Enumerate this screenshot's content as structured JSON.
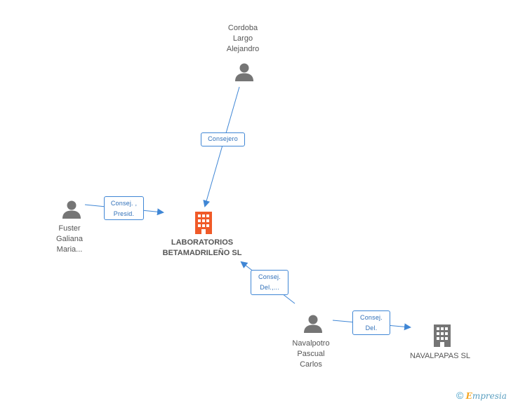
{
  "nodes": {
    "cordoba": {
      "name": "Cordoba\nLargo\nAlejandro"
    },
    "fuster": {
      "name": "Fuster\nGaliana\nMaria..."
    },
    "navalpotro": {
      "name": "Navalpotro\nPascual\nCarlos"
    },
    "laboratorios": {
      "name": "LABORATORIOS\nBETAMADRILEÑO SL"
    },
    "navalpapas": {
      "name": "NAVALPAPAS SL"
    }
  },
  "edges": {
    "consejero": "Consejero",
    "consej_presid": "Consej. ,\nPresid.",
    "consej_del_lab": "Consej.\nDel.,...",
    "consej_del_nav": "Consej.\nDel."
  },
  "colors": {
    "person": "#757575",
    "main_company": "#f05a28",
    "other_company": "#757575",
    "edge": "#3f86d5"
  },
  "footer": {
    "symbol": "©",
    "brand_first": "E",
    "brand_rest": "mpresia"
  }
}
